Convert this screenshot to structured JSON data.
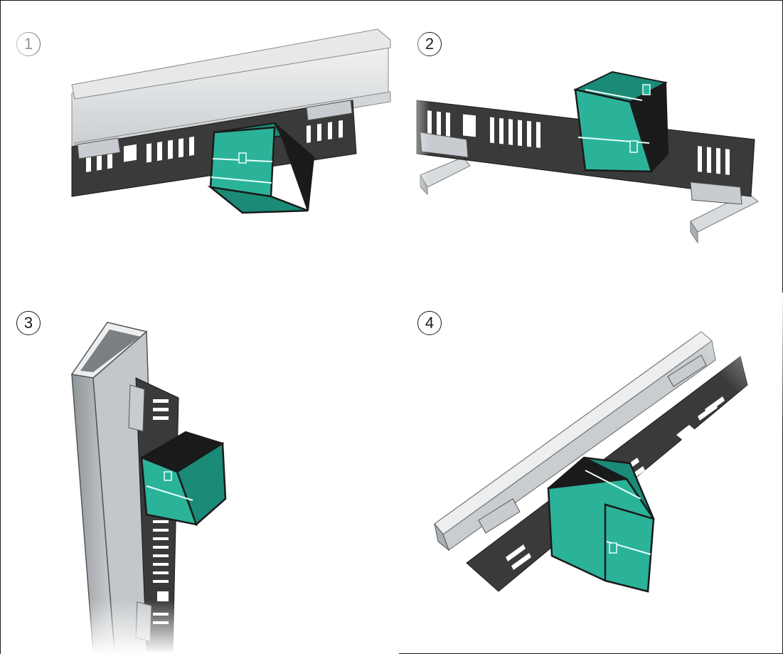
{
  "colors": {
    "accent": "#2bb39a",
    "accent_dark": "#1b8a76",
    "duct": "#3a3a3a",
    "steel": "#d9dcde",
    "steel_dark": "#a9aeb2",
    "outline": "#1a1a1a"
  },
  "panels": [
    {
      "label": "1",
      "support_type": "i-beam-horizontal"
    },
    {
      "label": "2",
      "support_type": "strut-rails-floor"
    },
    {
      "label": "3",
      "support_type": "square-post-vertical"
    },
    {
      "label": "4",
      "support_type": "channel-diagonal"
    }
  ]
}
